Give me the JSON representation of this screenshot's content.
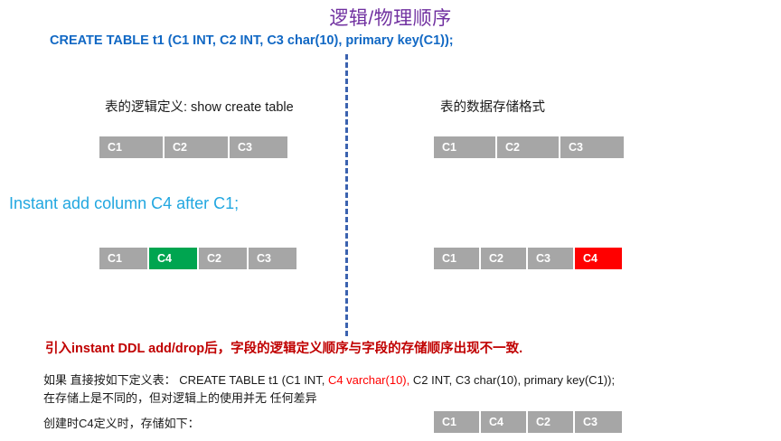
{
  "slide": {
    "title": "逻辑/物理顺序",
    "title_color": "#7030A0",
    "ddl_statement": "CREATE TABLE t1 (C1 INT, C2 INT, C3 char(10), primary key(C1));",
    "ddl_color": "#1168C4",
    "divider_color": "#3B62AF"
  },
  "captions": {
    "left": "表的逻辑定义: show create table",
    "right": "表的数据存储格式"
  },
  "instant_statement": {
    "text": "Instant add column C4 after C1;",
    "color": "#22A7E0"
  },
  "colors": {
    "neutral_cell": "#A6A6A6",
    "green_cell": "#00A550",
    "red_cell": "#FF0000",
    "cell_text": "#FFFFFF"
  },
  "tables": {
    "logical_before": {
      "label": "logical-order-before",
      "cells": [
        {
          "text": "C1",
          "state": "normal",
          "width": 72
        },
        {
          "text": "C2",
          "state": "normal",
          "width": 72
        },
        {
          "text": "C3",
          "state": "normal",
          "width": 64
        }
      ]
    },
    "physical_before": {
      "label": "physical-order-before",
      "cells": [
        {
          "text": "C1",
          "state": "normal",
          "width": 70
        },
        {
          "text": "C2",
          "state": "normal",
          "width": 70
        },
        {
          "text": "C3",
          "state": "normal",
          "width": 70
        }
      ]
    },
    "logical_after": {
      "label": "logical-order-after",
      "cells": [
        {
          "text": "C1",
          "state": "normal",
          "width": 55
        },
        {
          "text": "C4",
          "state": "green",
          "width": 55
        },
        {
          "text": "C2",
          "state": "normal",
          "width": 55
        },
        {
          "text": "C3",
          "state": "normal",
          "width": 53
        }
      ]
    },
    "physical_after": {
      "label": "physical-order-after",
      "cells": [
        {
          "text": "C1",
          "state": "normal",
          "width": 52
        },
        {
          "text": "C2",
          "state": "normal",
          "width": 52
        },
        {
          "text": "C3",
          "state": "normal",
          "width": 52
        },
        {
          "text": "C4",
          "state": "red",
          "width": 52
        }
      ]
    },
    "create_time_storage": {
      "label": "create-time-storage-order",
      "cells": [
        {
          "text": "C1",
          "state": "normal",
          "width": 52
        },
        {
          "text": "C4",
          "state": "normal",
          "width": 52
        },
        {
          "text": "C2",
          "state": "normal",
          "width": 52
        },
        {
          "text": "C3",
          "state": "normal",
          "width": 52
        }
      ]
    }
  },
  "notes": {
    "headline": "引入instant DDL add/drop后，字段的逻辑定义顺序与字段的存储顺序出现不一致.",
    "headline_color": "#C00000",
    "line1_prefix": "如果 直接按如下定义表： CREATE TABLE t1 (C1 INT, ",
    "line1_highlight": "C4 varchar(10),",
    "line1_suffix": " C2 INT, C3 char(10), primary key(C1));",
    "line2": "在存储上是不同的，但对逻辑上的使用并无 任何差异",
    "line3": "创建时C4定义时，存储如下："
  }
}
